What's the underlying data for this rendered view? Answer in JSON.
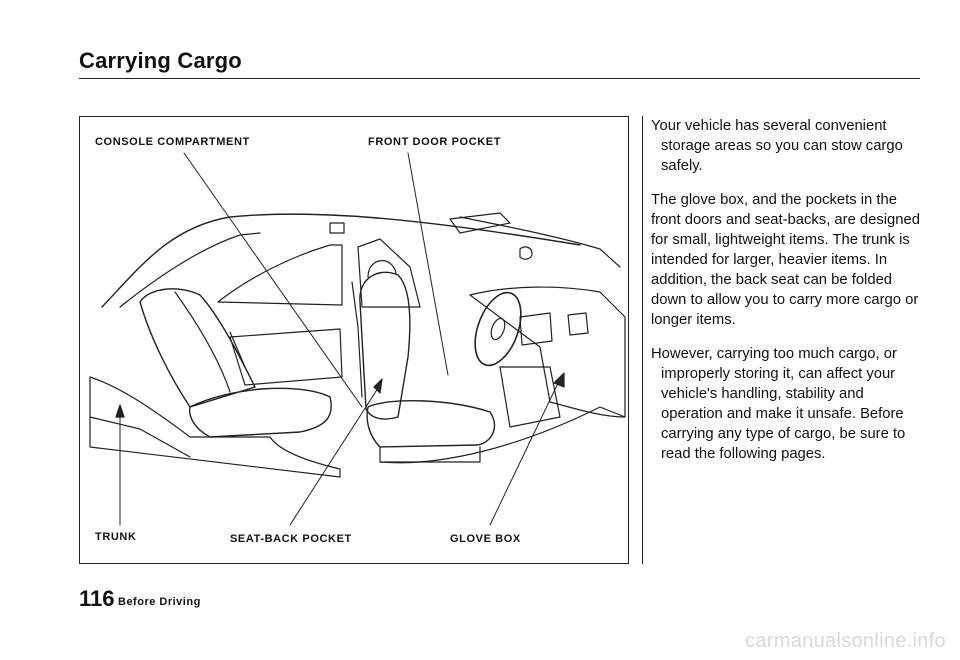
{
  "header": {
    "title": "Carrying Cargo"
  },
  "figure": {
    "labels": {
      "console": "CONSOLE COMPARTMENT",
      "front_door": "FRONT DOOR POCKET",
      "trunk": "TRUNK",
      "seat_back": "SEAT-BACK POCKET",
      "glove_box": "GLOVE BOX"
    }
  },
  "body": {
    "paragraphs": [
      "Your vehicle has several convenient storage areas so you can stow cargo safely.",
      "The glove box, and the pockets in the front doors and seat-backs, are designed for small, lightweight items. The trunk is intended for larger, heavier items. In addition, the back seat can be folded down to allow you to carry more cargo or longer items.",
      "However, carrying too much cargo, or improperly storing it, can affect your vehicle's handling, stability and operation and make it unsafe. Before carrying any type of cargo, be sure to read the following pages."
    ]
  },
  "footer": {
    "page_number": "116",
    "section": "Before Driving"
  },
  "watermark": "carmanualsonline.info"
}
